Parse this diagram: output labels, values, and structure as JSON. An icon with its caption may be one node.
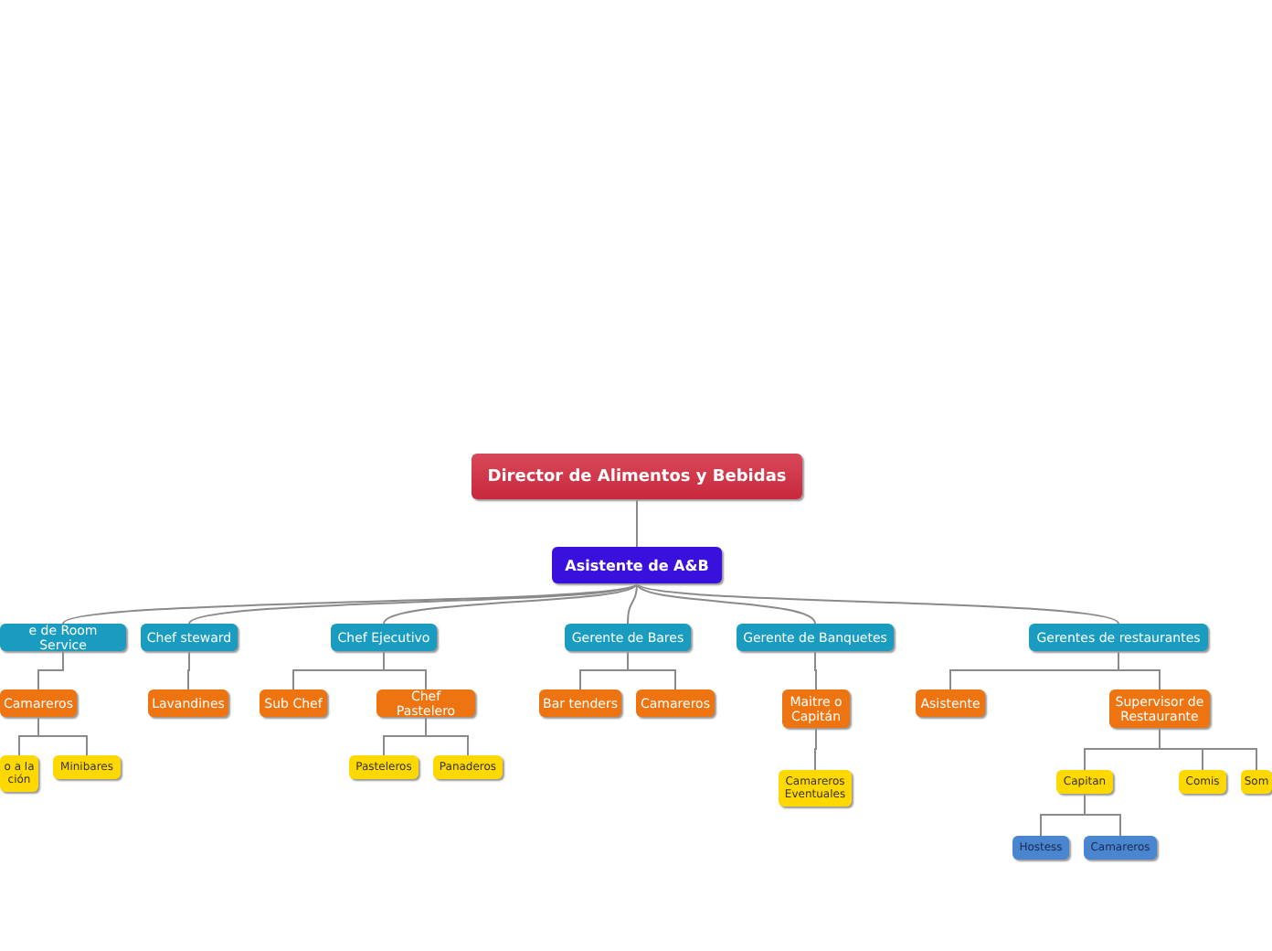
{
  "diagram": {
    "nodes": [
      {
        "text": [
          "Director de Alimentos y Bebidas"
        ]
      },
      {
        "text": [
          "Asistente de A&B"
        ]
      },
      {
        "text": [
          "e de Room Service"
        ]
      },
      {
        "text": [
          "Chef steward"
        ]
      },
      {
        "text": [
          "Chef Ejecutivo"
        ]
      },
      {
        "text": [
          "Gerente de Bares"
        ]
      },
      {
        "text": [
          "Gerente de Banquetes"
        ]
      },
      {
        "text": [
          "Gerentes de restaurantes"
        ]
      },
      {
        "text": [
          "Camareros"
        ]
      },
      {
        "text": [
          "Lavandines"
        ]
      },
      {
        "text": [
          "Sub Chef"
        ]
      },
      {
        "text": [
          "Chef Pastelero"
        ]
      },
      {
        "text": [
          "Bar tenders"
        ]
      },
      {
        "text": [
          "Camareros"
        ]
      },
      {
        "text": [
          "Maitre o Capitán"
        ]
      },
      {
        "text": [
          "Asistente"
        ]
      },
      {
        "text": [
          "Supervisor de Restaurante"
        ]
      },
      {
        "text": [
          "o a la ción"
        ]
      },
      {
        "text": [
          "Minibares"
        ]
      },
      {
        "text": [
          "Pasteleros"
        ]
      },
      {
        "text": [
          "Panaderos"
        ]
      },
      {
        "text": [
          "Camareros Eventuales"
        ]
      },
      {
        "text": [
          "Capitan"
        ]
      },
      {
        "text": [
          "Comis"
        ]
      },
      {
        "text": [
          "Som"
        ]
      },
      {
        "text": [
          "Hostess"
        ]
      },
      {
        "text": [
          "Camareros"
        ]
      }
    ],
    "edges": [
      {
        "from": 0,
        "to": 1,
        "arrow": "none"
      },
      {
        "from": 1,
        "to": 2,
        "arrow": "none"
      },
      {
        "from": 1,
        "to": 3,
        "arrow": "none"
      },
      {
        "from": 1,
        "to": 4,
        "arrow": "none"
      },
      {
        "from": 1,
        "to": 5,
        "arrow": "none"
      },
      {
        "from": 1,
        "to": 6,
        "arrow": "none"
      },
      {
        "from": 1,
        "to": 7,
        "arrow": "none"
      },
      {
        "from": 2,
        "to": 8,
        "arrow": "none"
      },
      {
        "from": 3,
        "to": 9,
        "arrow": "none"
      },
      {
        "from": 4,
        "to": 10,
        "arrow": "none"
      },
      {
        "from": 4,
        "to": 11,
        "arrow": "none"
      },
      {
        "from": 5,
        "to": 12,
        "arrow": "none"
      },
      {
        "from": 5,
        "to": 13,
        "arrow": "none"
      },
      {
        "from": 6,
        "to": 14,
        "arrow": "none"
      },
      {
        "from": 7,
        "to": 15,
        "arrow": "none"
      },
      {
        "from": 7,
        "to": 16,
        "arrow": "none"
      },
      {
        "from": 8,
        "to": 17,
        "arrow": "none"
      },
      {
        "from": 8,
        "to": 18,
        "arrow": "none"
      },
      {
        "from": 11,
        "to": 19,
        "arrow": "none"
      },
      {
        "from": 11,
        "to": 20,
        "arrow": "none"
      },
      {
        "from": 14,
        "to": 21,
        "arrow": "none"
      },
      {
        "from": 16,
        "to": 22,
        "arrow": "none"
      },
      {
        "from": 16,
        "to": 23,
        "arrow": "none"
      },
      {
        "from": 16,
        "to": 24,
        "arrow": "none"
      },
      {
        "from": 22,
        "to": 25,
        "arrow": "none"
      },
      {
        "from": 22,
        "to": 26,
        "arrow": "none"
      }
    ]
  }
}
